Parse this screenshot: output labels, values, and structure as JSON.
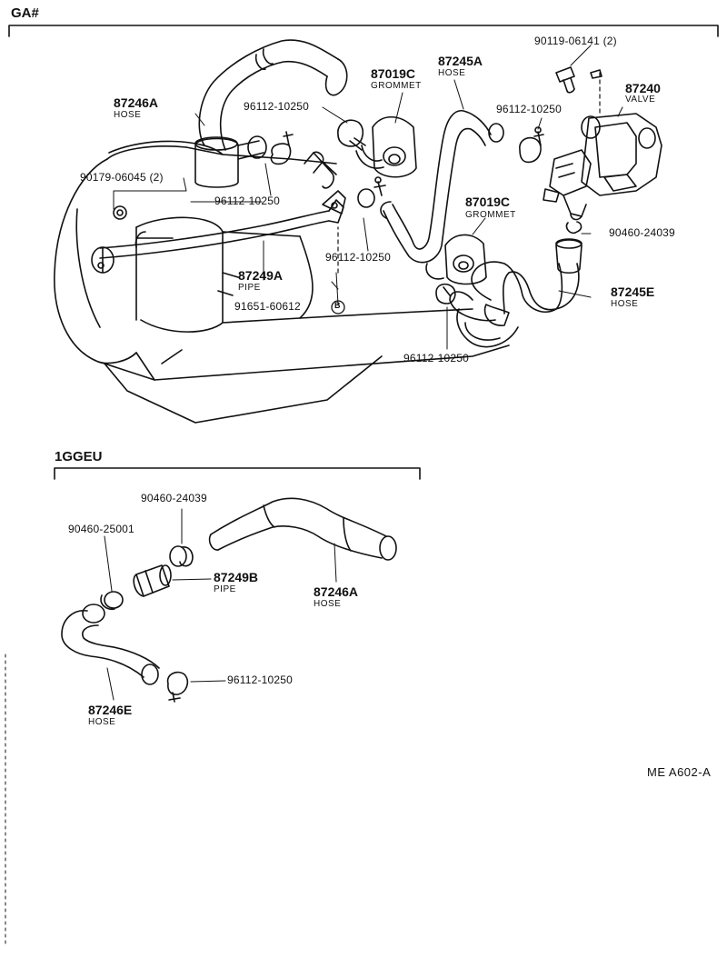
{
  "sections": {
    "top": "GA#",
    "bottom": "1GGEU"
  },
  "figure_code": "ME  A602-A",
  "labels": {
    "bolt_top": "90119-06141 (2)",
    "valve_no": "87240",
    "valve_name": "VALVE",
    "hose_a_no": "87245A",
    "hose_a_name": "HOSE",
    "grommet1_no": "87019C",
    "grommet1_name": "GROMMET",
    "hose_246a_no": "87246A",
    "hose_246a_name": "HOSE",
    "clamp1": "96112-10250",
    "clamp2": "96112-10250",
    "nut": "90179-06045 (2)",
    "clamp3": "96112-10250",
    "grommet2_no": "87019C",
    "grommet2_name": "GROMMET",
    "clip_right": "90460-24039",
    "clamp4": "96112-10250",
    "pipe_no": "87249A",
    "pipe_name": "PIPE",
    "hose_e_no": "87245E",
    "hose_e_name": "HOSE",
    "bolt_b": "91651-60612",
    "bolt_b_mark": "B",
    "clamp5": "96112-10250",
    "b_clip1": "90460-24039",
    "b_clip2": "90460-25001",
    "b_pipe_no": "87249B",
    "b_pipe_name": "PIPE",
    "b_hose_no": "87246A",
    "b_hose_name": "HOSE",
    "b_clamp": "96112-10250",
    "b_hose_e_no": "87246E",
    "b_hose_e_name": "HOSE"
  }
}
